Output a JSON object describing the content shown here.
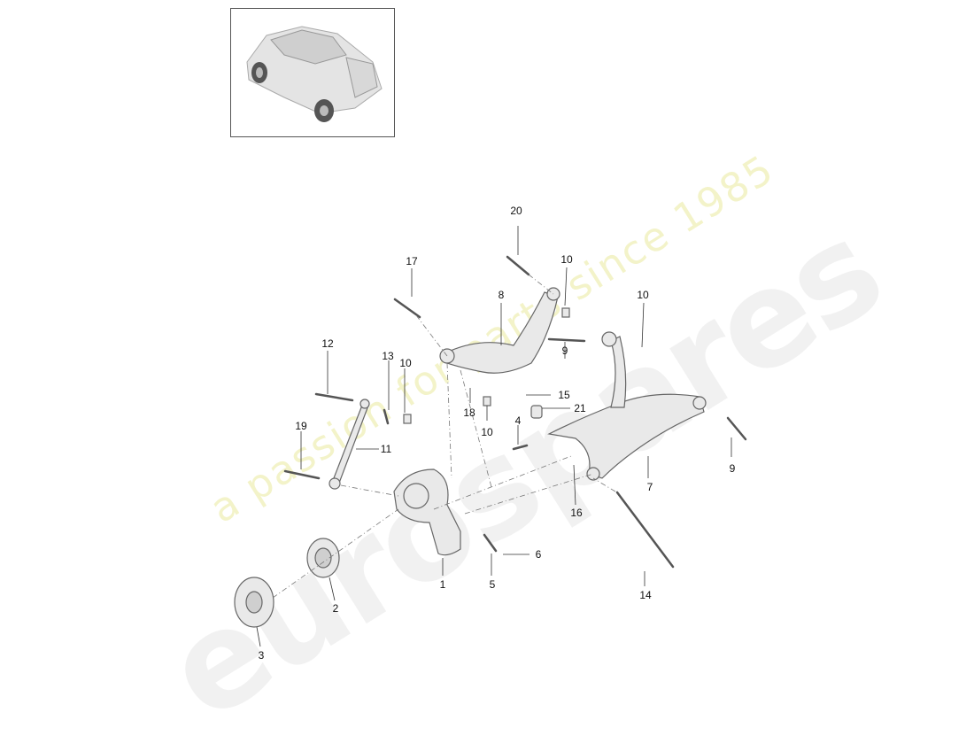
{
  "watermark": {
    "brand": "eurospares",
    "slogan": "a passion for parts since 1985"
  },
  "thumbnail": {
    "icon": "car-suv-icon"
  },
  "callouts": [
    {
      "id": "c20",
      "label": "20"
    },
    {
      "id": "c17",
      "label": "17"
    },
    {
      "id": "c10a",
      "label": "10"
    },
    {
      "id": "c8",
      "label": "8"
    },
    {
      "id": "c10b",
      "label": "10"
    },
    {
      "id": "c12",
      "label": "12"
    },
    {
      "id": "c13",
      "label": "13"
    },
    {
      "id": "c10c",
      "label": "10"
    },
    {
      "id": "c9a",
      "label": "9"
    },
    {
      "id": "c15",
      "label": "15"
    },
    {
      "id": "c18",
      "label": "18"
    },
    {
      "id": "c21",
      "label": "21"
    },
    {
      "id": "c10d",
      "label": "10"
    },
    {
      "id": "c4",
      "label": "4"
    },
    {
      "id": "c19",
      "label": "19"
    },
    {
      "id": "c11",
      "label": "11"
    },
    {
      "id": "c9b",
      "label": "9"
    },
    {
      "id": "c7",
      "label": "7"
    },
    {
      "id": "c16",
      "label": "16"
    },
    {
      "id": "c6",
      "label": "6"
    },
    {
      "id": "c1",
      "label": "1"
    },
    {
      "id": "c5",
      "label": "5"
    },
    {
      "id": "c2",
      "label": "2"
    },
    {
      "id": "c14",
      "label": "14"
    },
    {
      "id": "c3",
      "label": "3"
    }
  ]
}
